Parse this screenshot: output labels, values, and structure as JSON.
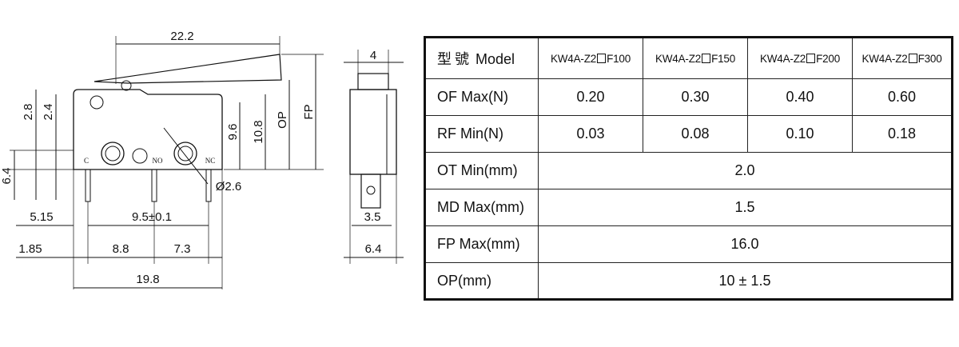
{
  "drawing": {
    "dims": {
      "lever_length": "22.2",
      "d28": "2.8",
      "d24": "2.4",
      "d96": "9.6",
      "d108": "10.8",
      "op": "OP",
      "fp": "FP",
      "d64_left": "6.4",
      "hole": "Ø2.6",
      "d515": "5.15",
      "pitch": "9.5±0.1",
      "d185": "1.85",
      "d88": "8.8",
      "d73": "7.3",
      "d198": "19.8",
      "side_width_top": "4",
      "side_35": "3.5",
      "side_64": "6.4"
    },
    "pins": {
      "c": "C",
      "no": "NO",
      "nc": "NC"
    }
  },
  "table": {
    "header": {
      "cjk": "型號",
      "model": "Model"
    },
    "models": [
      {
        "prefix": "KW4A-Z2",
        "suffix": "F100"
      },
      {
        "prefix": "KW4A-Z2",
        "suffix": "F150"
      },
      {
        "prefix": "KW4A-Z2",
        "suffix": "F200"
      },
      {
        "prefix": "KW4A-Z2",
        "suffix": "F300"
      }
    ],
    "rows": [
      {
        "label": "OF Max(N)",
        "values": [
          "0.20",
          "0.30",
          "0.40",
          "0.60"
        ]
      },
      {
        "label": "RF Min(N)",
        "values": [
          "0.03",
          "0.08",
          "0.10",
          "0.18"
        ]
      },
      {
        "label": "OT Min(mm)",
        "value": "2.0"
      },
      {
        "label": "MD Max(mm)",
        "value": "1.5"
      },
      {
        "label": "FP Max(mm)",
        "value": "16.0"
      },
      {
        "label": "OP(mm)",
        "value": "10 ± 1.5"
      }
    ]
  }
}
